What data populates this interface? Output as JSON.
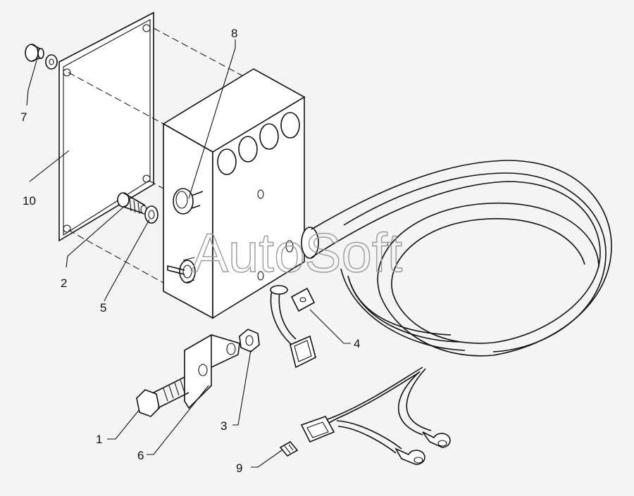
{
  "watermark": "AutoSoft",
  "callouts": [
    {
      "id": "1",
      "label": "1"
    },
    {
      "id": "2",
      "label": "2"
    },
    {
      "id": "3",
      "label": "3"
    },
    {
      "id": "4",
      "label": "4"
    },
    {
      "id": "5",
      "label": "5"
    },
    {
      "id": "6",
      "label": "6"
    },
    {
      "id": "7",
      "label": "7"
    },
    {
      "id": "8",
      "label": "8"
    },
    {
      "id": "9",
      "label": "9"
    },
    {
      "id": "10",
      "label": "10"
    }
  ],
  "colors": {
    "background": "#f4f4f4",
    "line": "#111111",
    "watermark": "#9a9a9a"
  }
}
